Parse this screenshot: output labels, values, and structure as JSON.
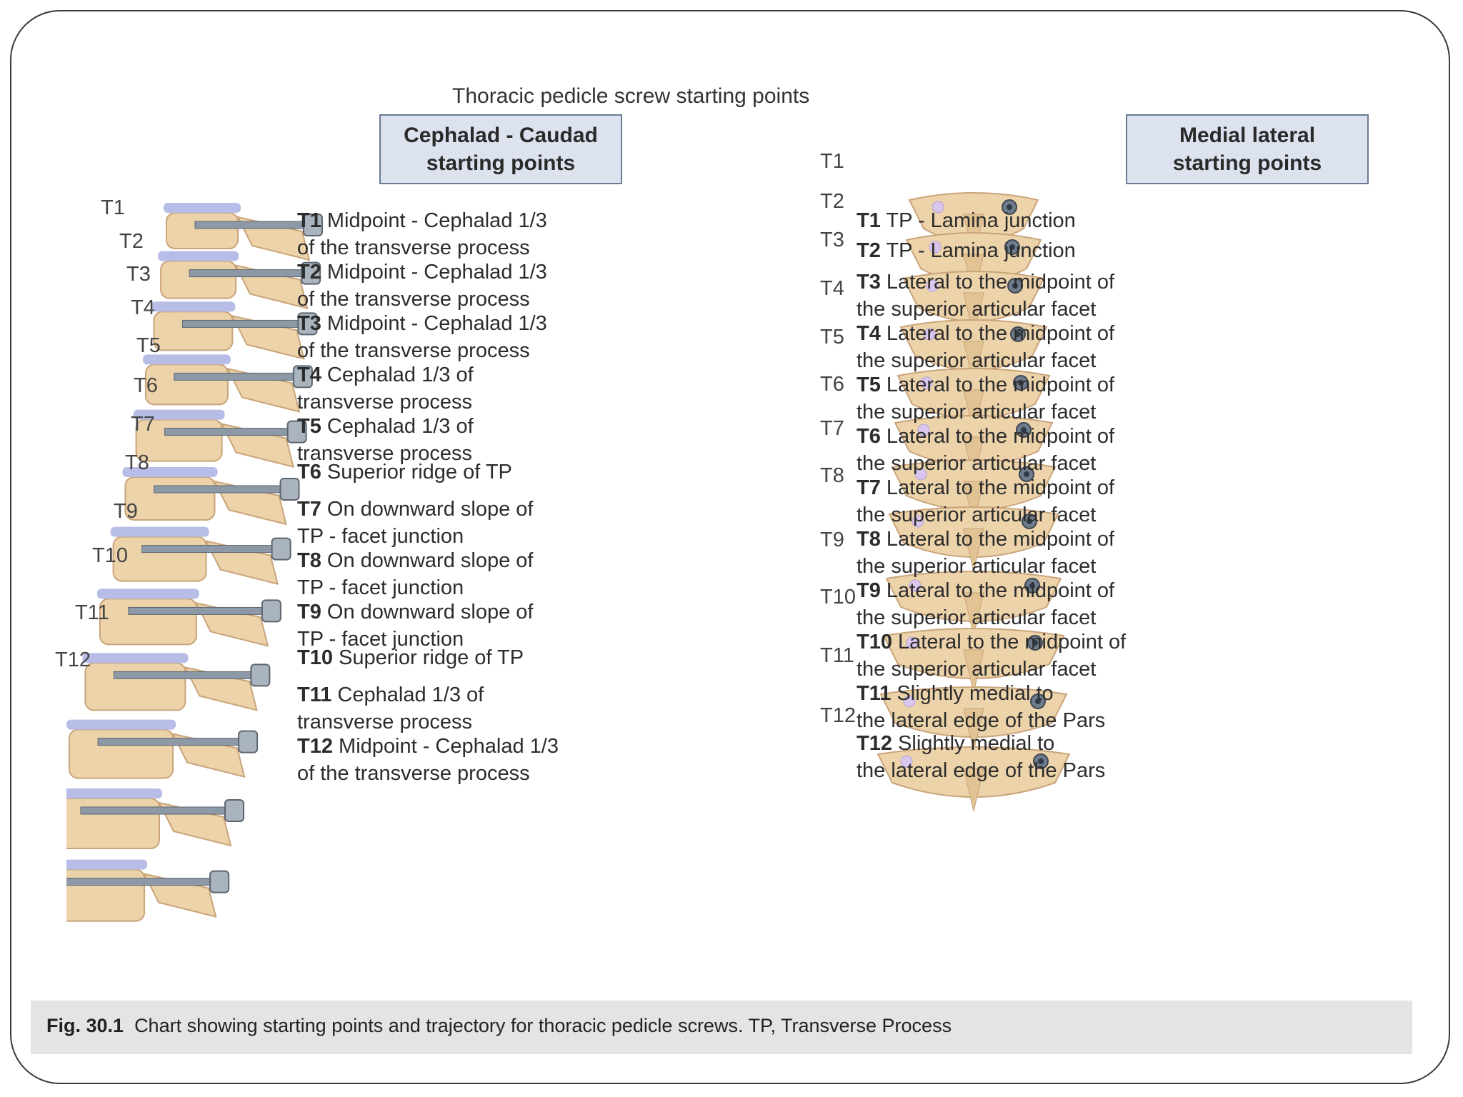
{
  "title": "Thoracic pedicle screw starting points",
  "cephalad_caudad": {
    "header": [
      "Cephalad - Caudad",
      "starting points"
    ],
    "items": [
      {
        "level": "T1",
        "lines": [
          "Midpoint - Cephalad 1/3",
          "of the transverse process"
        ]
      },
      {
        "level": "T2",
        "lines": [
          "Midpoint - Cephalad 1/3",
          "of the transverse process"
        ]
      },
      {
        "level": "T3",
        "lines": [
          "Midpoint - Cephalad 1/3",
          "of the transverse process"
        ]
      },
      {
        "level": "T4",
        "lines": [
          "Cephalad 1/3 of",
          "transverse process"
        ]
      },
      {
        "level": "T5",
        "lines": [
          "Cephalad 1/3 of",
          "transverse process"
        ]
      },
      {
        "level": "T6",
        "lines": [
          "Superior ridge of TP"
        ]
      },
      {
        "level": "T7",
        "lines": [
          "On downward slope of",
          "TP - facet junction"
        ]
      },
      {
        "level": "T8",
        "lines": [
          "On downward slope of",
          "TP - facet junction"
        ]
      },
      {
        "level": "T9",
        "lines": [
          "On downward slope of",
          "TP - facet junction"
        ]
      },
      {
        "level": "T10",
        "lines": [
          "Superior ridge of TP"
        ]
      },
      {
        "level": "T11",
        "lines": [
          "Cephalad 1/3 of",
          "transverse process"
        ]
      },
      {
        "level": "T12",
        "lines": [
          "Midpoint - Cephalad 1/3",
          "of the transverse process"
        ]
      }
    ]
  },
  "medial_lateral": {
    "header": [
      "Medial lateral",
      "starting points"
    ],
    "items": [
      {
        "level": "T1",
        "lines": [
          "TP - Lamina junction"
        ]
      },
      {
        "level": "T2",
        "lines": [
          "TP - Lamina junction"
        ]
      },
      {
        "level": "T3",
        "lines": [
          "Lateral to the midpoint of",
          "the superior articular facet"
        ]
      },
      {
        "level": "T4",
        "lines": [
          "Lateral to the midpoint of",
          "the superior articular facet"
        ]
      },
      {
        "level": "T5",
        "lines": [
          "Lateral to the midpoint of",
          "the superior articular facet"
        ]
      },
      {
        "level": "T6",
        "lines": [
          "Lateral to the midpoint of",
          "the superior articular facet"
        ]
      },
      {
        "level": "T7",
        "lines": [
          "Lateral to the midpoint of",
          "the superior articular facet"
        ]
      },
      {
        "level": "T8",
        "lines": [
          "Lateral to the midpoint of",
          "the superior articular facet"
        ]
      },
      {
        "level": "T9",
        "lines": [
          "Lateral to the midpoint of",
          "the superior articular facet"
        ]
      },
      {
        "level": "T10",
        "lines": [
          "Lateral to the midpoint of",
          "the superior articular facet"
        ]
      },
      {
        "level": "T11",
        "lines": [
          "Slightly medial to",
          "the lateral edge of the Pars"
        ]
      },
      {
        "level": "T12",
        "lines": [
          "Slightly medial to",
          "the lateral edge of the Pars"
        ]
      }
    ]
  },
  "lateral_view_labels": [
    "T1",
    "T2",
    "T3",
    "T4",
    "T5",
    "T6",
    "T7",
    "T8",
    "T9",
    "T10",
    "T11",
    "T12"
  ],
  "posterior_view_labels": [
    "T1",
    "T2",
    "T3",
    "T4",
    "T5",
    "T6",
    "T7",
    "T8",
    "T9",
    "T10",
    "T11",
    "T12"
  ],
  "caption": {
    "fig": "Fig. 30.1",
    "text": "Chart showing starting points and trajectory for thoracic pedicle screws. TP, Transverse Process"
  },
  "colors": {
    "bone": "#ecd3aa",
    "bone_shadow": "#caa47a",
    "disc": "#b7bde6",
    "screw": "#8d99a6",
    "entry_point": "#d9c6ec",
    "box_fill": "#dce3ee",
    "caption_bar": "#e4e4e4"
  }
}
